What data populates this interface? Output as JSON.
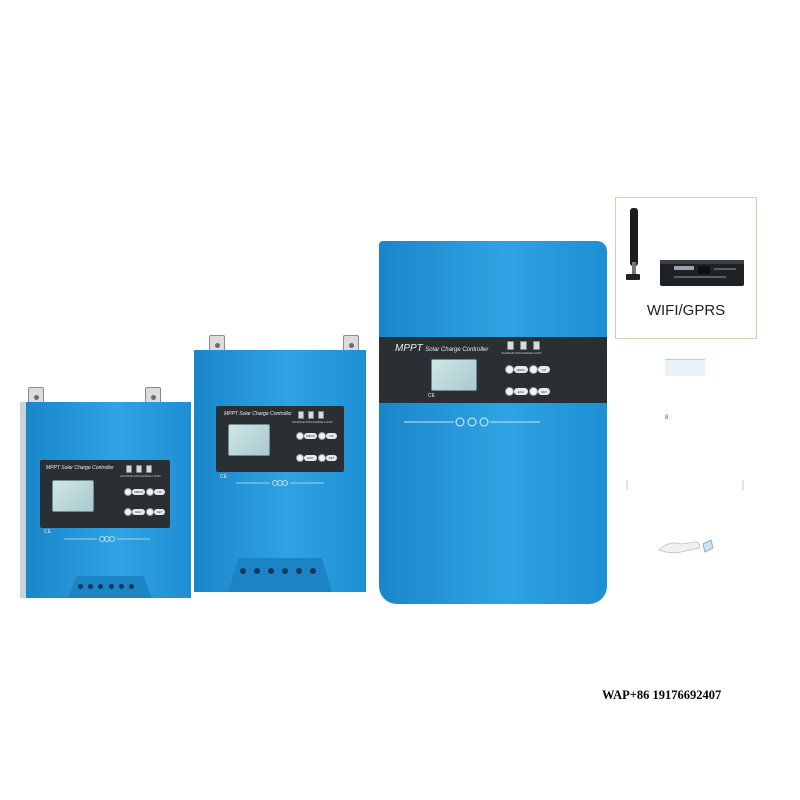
{
  "product": {
    "brand_line": "MPPT Solar Charge Controller",
    "brand_mppt": "MPPT",
    "brand_rest": "Solar Charge Controller",
    "led_caption": "CHARGE DISCHARGE LOAD",
    "buttons": [
      {
        "id": "menu",
        "label": "MENU"
      },
      {
        "id": "up",
        "label": "UP"
      },
      {
        "id": "esc",
        "label": "ESC"
      },
      {
        "id": "set",
        "label": "SET"
      }
    ],
    "ce_mark": "CE",
    "body_color": "#1e8fd3",
    "panel_color": "#2a2f34"
  },
  "accessories": {
    "module_label": "WIFI/GPRS",
    "phone_mark": "8"
  },
  "contact": {
    "text": "WAP+86 19176692407"
  }
}
